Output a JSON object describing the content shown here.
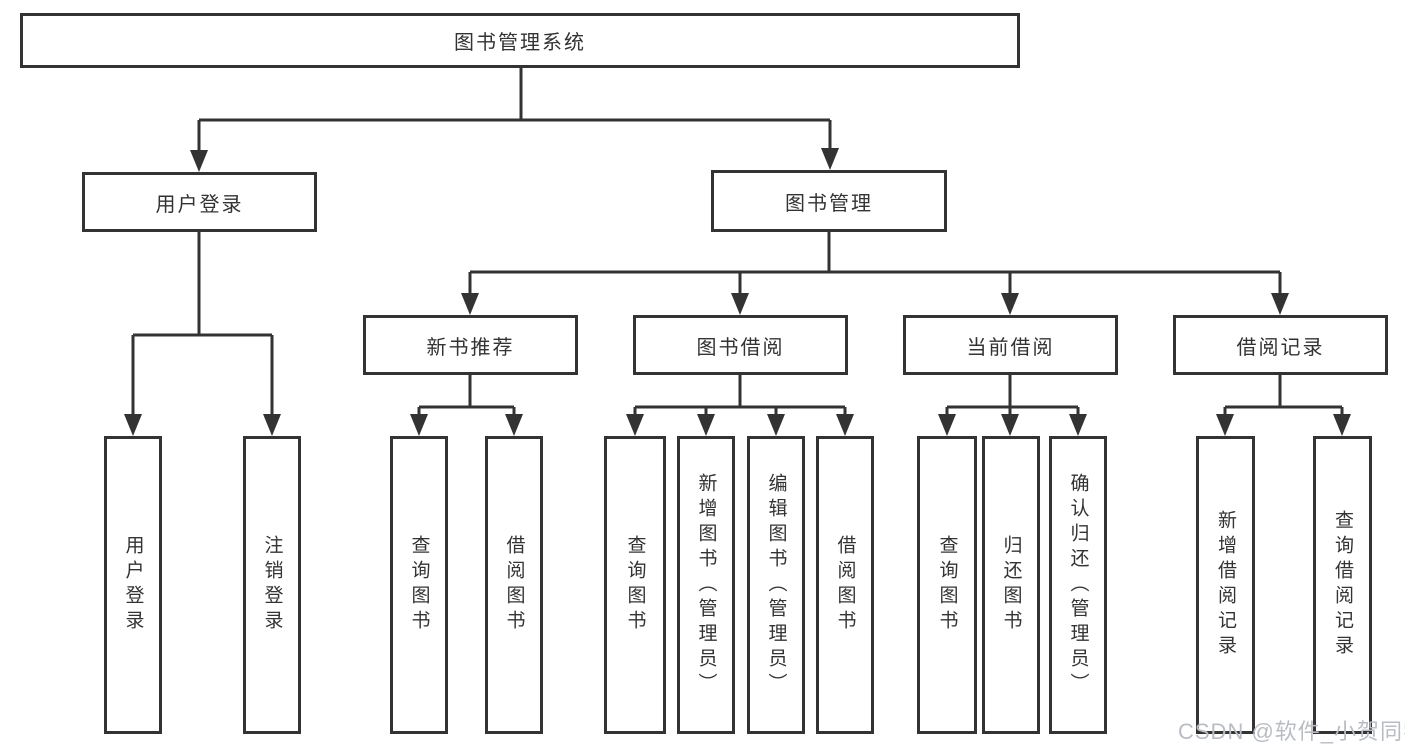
{
  "diagram": {
    "root": {
      "label": "图书管理系统"
    },
    "branches": [
      {
        "label": "用户登录",
        "children": [
          {
            "label": "用户登录"
          },
          {
            "label": "注销登录"
          }
        ]
      },
      {
        "label": "图书管理",
        "children": [
          {
            "label": "新书推荐",
            "children": [
              {
                "label": "查询图书"
              },
              {
                "label": "借阅图书"
              }
            ]
          },
          {
            "label": "图书借阅",
            "children": [
              {
                "label": "查询图书"
              },
              {
                "label": "新增图书（管理员）"
              },
              {
                "label": "编辑图书（管理员）"
              },
              {
                "label": "借阅图书"
              }
            ]
          },
          {
            "label": "当前借阅",
            "children": [
              {
                "label": "查询图书"
              },
              {
                "label": "归还图书"
              },
              {
                "label": "确认归还（管理员）"
              }
            ]
          },
          {
            "label": "借阅记录",
            "children": [
              {
                "label": "新增借阅记录"
              },
              {
                "label": "查询借阅记录"
              }
            ]
          }
        ]
      }
    ]
  },
  "watermark": {
    "text": "CSDN @软件_小贺同学"
  },
  "colors": {
    "line": "#333333",
    "text": "#333333",
    "watermark": "#b9bdc3",
    "background": "#ffffff"
  }
}
